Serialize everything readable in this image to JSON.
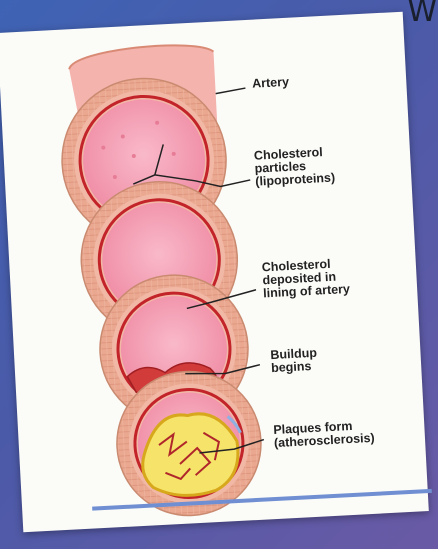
{
  "corner_text": "W",
  "labels": {
    "artery": "Artery",
    "cholesterol_particles": "Cholesterol\nparticles\n(lipoproteins)",
    "cholesterol_deposited": "Cholesterol\ndeposited in\nlining of artery",
    "buildup": "Buildup\nbegins",
    "plaques": "Plaques form\n(atherosclerosis)"
  },
  "colors": {
    "artery_wall": "#e8a08a",
    "lumen": "#f18fa8",
    "endothelium": "#c2242a",
    "plaque": "#f6e46a"
  }
}
